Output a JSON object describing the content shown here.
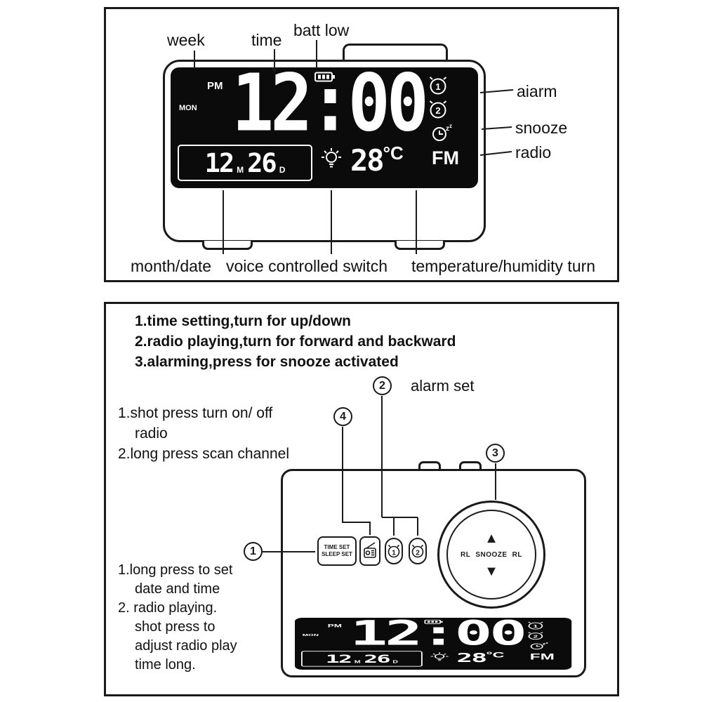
{
  "colors": {
    "ink": "#1a1a1a",
    "display_bg": "#0b0b0b",
    "display_fg": "#ffffff"
  },
  "top_panel": {
    "callout_week": "week",
    "callout_time": "time",
    "callout_batt_low": "batt low",
    "callout_alarm": "aiarm",
    "callout_snooze": "snooze",
    "callout_radio": "radio",
    "callout_month_date": "month/date",
    "callout_voice_switch": "voice controlled switch",
    "callout_temp_turn": "temperature/humidity turn"
  },
  "clock_display": {
    "ampm": "PM",
    "weekday": "MON",
    "time": "12:00",
    "month": "12",
    "month_unit": "M",
    "day": "26",
    "day_unit": "D",
    "temp": "28",
    "temp_unit": "°C",
    "band": "FM",
    "alarm1": "1",
    "alarm2": "2"
  },
  "bottom_panel": {
    "knob_instructions": [
      "1.time setting,turn for up/down",
      "2.radio playing,turn for forward and backward",
      "3.alarming,press for snooze activated"
    ],
    "alarm_set_label": "alarm set",
    "radio_button_instructions": [
      "1.shot press turn on/ off",
      "radio",
      "2.long press scan channel"
    ],
    "time_set_instructions": [
      "1.long press to set",
      "date and time",
      "2. radio playing.",
      "shot press to",
      "adjust radio play",
      "time long."
    ],
    "callouts": {
      "c1": "1",
      "c2": "2",
      "c3": "3",
      "c4": "4"
    },
    "buttons": {
      "time_set_line1": "TIME SET",
      "time_set_line2": "SLEEP SET",
      "alarm1": "1",
      "alarm2": "2"
    },
    "knob": {
      "up": "▲",
      "rl_left": "RL",
      "center": "SNOOZE",
      "rl_right": "RL",
      "down": "▼"
    }
  }
}
